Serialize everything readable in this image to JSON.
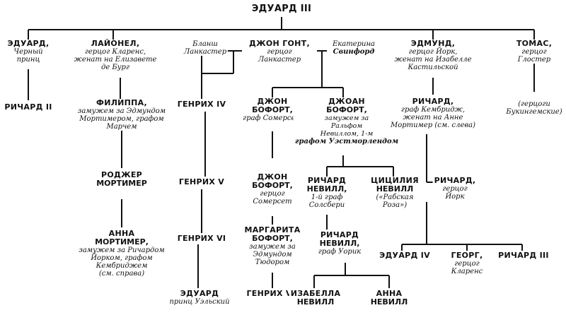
{
  "tree": {
    "edward3": {
      "name": "ЭДУАРД III"
    },
    "edward_bp": {
      "name": "ЭДУАРД,",
      "desc": [
        "Черный",
        "принц"
      ]
    },
    "lionel": {
      "name": "ЛАЙОНЕЛ,",
      "desc": [
        "герцог Кларенс,",
        "женат на Елизавете",
        "де Бург"
      ]
    },
    "blanche": {
      "desc": [
        "Бланш",
        "Ланкастер"
      ]
    },
    "john_gaunt": {
      "name": "ДЖОН ГОНТ,",
      "desc": [
        "герцог",
        "Ланкастер"
      ]
    },
    "katherine": {
      "desc": [
        "Екатерина"
      ],
      "bold": "Свинфорд"
    },
    "edmund": {
      "name": "ЭДМУНД,",
      "desc": [
        "герцог Йорк,",
        "женат на Изабелле",
        "Кастильской"
      ]
    },
    "thomas": {
      "name": "ТОМАС,",
      "desc": [
        "герцог",
        "Глостер"
      ]
    },
    "richard2": {
      "name": "РИЧАРД II"
    },
    "philippa": {
      "name": "ФИЛИППА,",
      "desc": [
        "замужем за Эдмундом",
        "Мортимером, графом",
        "Марчем"
      ]
    },
    "henry4": {
      "name": "ГЕНРИХ IV"
    },
    "john_beaufort1": {
      "name": "ДЖОН",
      "name2": "БОФОРТ,",
      "desc": [
        "граф Сомерсет"
      ]
    },
    "joan_beaufort": {
      "name": "ДЖОАН",
      "name2": "БОФОРТ,",
      "desc": [
        "замужем за",
        "Ральфом",
        "Невиллом, 1-м"
      ],
      "bold": "графом Уэстморлендом"
    },
    "richard_cambridge": {
      "name": "РИЧАРД,",
      "desc": [
        "граф Кембридж,",
        "женат на Анне",
        "Мортимер (см. слева)"
      ]
    },
    "buckingham": {
      "desc": [
        "(герцоги",
        "Букингемские)"
      ]
    },
    "roger": {
      "name": "РОДЖЕР",
      "name2": "МОРТИМЕР"
    },
    "henry5": {
      "name": "ГЕНРИХ V"
    },
    "john_beaufort2": {
      "name": "ДЖОН",
      "name2": "БОФОРТ,",
      "desc": [
        "герцог",
        "Сомерсет"
      ]
    },
    "richard_neville": {
      "name": "РИЧАРД",
      "name2": "НЕВИЛЛ,",
      "desc": [
        "1-й граф",
        "Солсбери"
      ]
    },
    "cecily": {
      "name": "ЦИЦИЛИЯ",
      "name2": "НЕВИЛЛ",
      "desc": [
        "(«Рабская",
        "Роза»)"
      ]
    },
    "richard_york": {
      "name": "РИЧАРД,",
      "desc": [
        "герцог",
        "Йорк"
      ]
    },
    "anne_mortimer": {
      "name": "АННА",
      "name2": "МОРТИМЕР,",
      "desc": [
        "замужем за Ричардом",
        "Йорком, графом",
        "Кембриджем",
        "(см. справа)"
      ]
    },
    "henry6": {
      "name": "ГЕНРИХ VI"
    },
    "margaret": {
      "name": "МАРГАРИТА",
      "name2": "БОФОРТ,",
      "desc": [
        "замужем за",
        "Эдмундом",
        "Тюдором"
      ]
    },
    "warwick": {
      "name": "РИЧАРД",
      "name2": "НЕВИЛЛ,",
      "desc": [
        "граф Уорик"
      ]
    },
    "edward4": {
      "name": "ЭДУАРД IV"
    },
    "george": {
      "name": "ГЕОРГ,",
      "desc": [
        "герцог",
        "Кларенс"
      ]
    },
    "richard3": {
      "name": "РИЧАРД III"
    },
    "edward_wales": {
      "name": "ЭДУАРД",
      "desc": [
        "принц Уэльский"
      ]
    },
    "henry7": {
      "name": "ГЕНРИХ VII"
    },
    "isabella": {
      "name": "ИЗАБЕЛЛА",
      "name2": "НЕВИЛЛ"
    },
    "anne_neville": {
      "name": "АННА",
      "name2": "НЕВИЛЛ"
    }
  }
}
